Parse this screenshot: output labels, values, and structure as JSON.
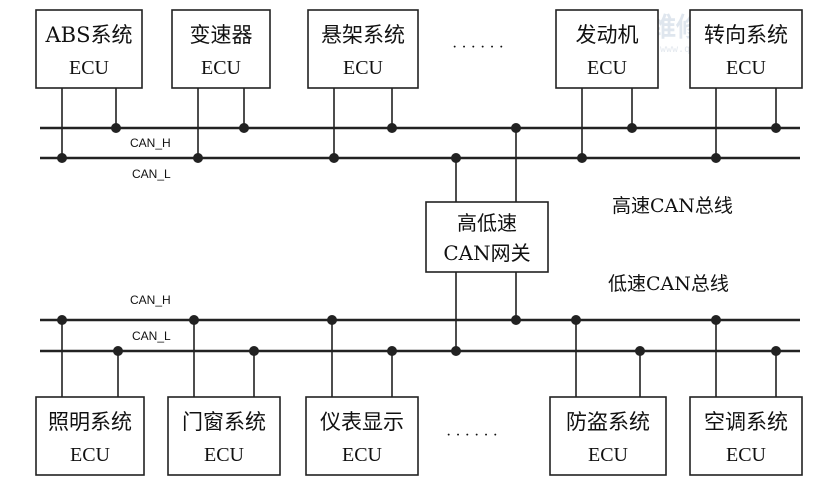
{
  "diagram": {
    "watermark": {
      "text": "汽车维修技术网",
      "sub": "www.qcwxjs.com"
    },
    "top_ecus": [
      {
        "name": "ABS系统",
        "ecu": "ECU"
      },
      {
        "name": "变速器",
        "ecu": "ECU"
      },
      {
        "name": "悬架系统",
        "ecu": "ECU"
      },
      {
        "name": "发动机",
        "ecu": "ECU"
      },
      {
        "name": "转向系统",
        "ecu": "ECU"
      }
    ],
    "bottom_ecus": [
      {
        "name": "照明系统",
        "ecu": "ECU"
      },
      {
        "name": "门窗系统",
        "ecu": "ECU"
      },
      {
        "name": "仪表显示",
        "ecu": "ECU"
      },
      {
        "name": "防盗系统",
        "ecu": "ECU"
      },
      {
        "name": "空调系统",
        "ecu": "ECU"
      }
    ],
    "ellipsis_top": "· · · · · ·",
    "ellipsis_bottom": "· · · · · ·",
    "high_bus": {
      "h_label": "CAN_H",
      "l_label": "CAN_L",
      "title": "高速CAN总线"
    },
    "low_bus": {
      "h_label": "CAN_H",
      "l_label": "CAN_L",
      "title": "低速CAN总线"
    },
    "gateway": {
      "line1": "高低速",
      "line2": "CAN网关"
    }
  }
}
